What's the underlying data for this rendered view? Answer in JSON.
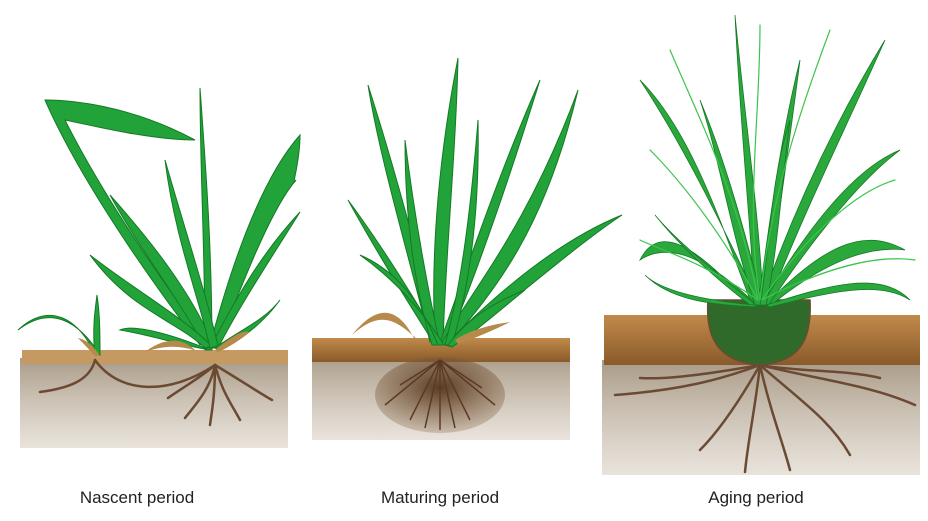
{
  "stages": [
    {
      "label": "Nascent period"
    },
    {
      "label": "Maturing period"
    },
    {
      "label": "Aging period"
    }
  ],
  "colors": {
    "leaf": "#22a33a",
    "leaf_dark": "#147a26",
    "leaf_light": "#3cc44c",
    "soil": "#b6a894",
    "soil_top": "#a06a32",
    "root": "#6b4a33",
    "dry_leaf": "#b58a4a"
  }
}
